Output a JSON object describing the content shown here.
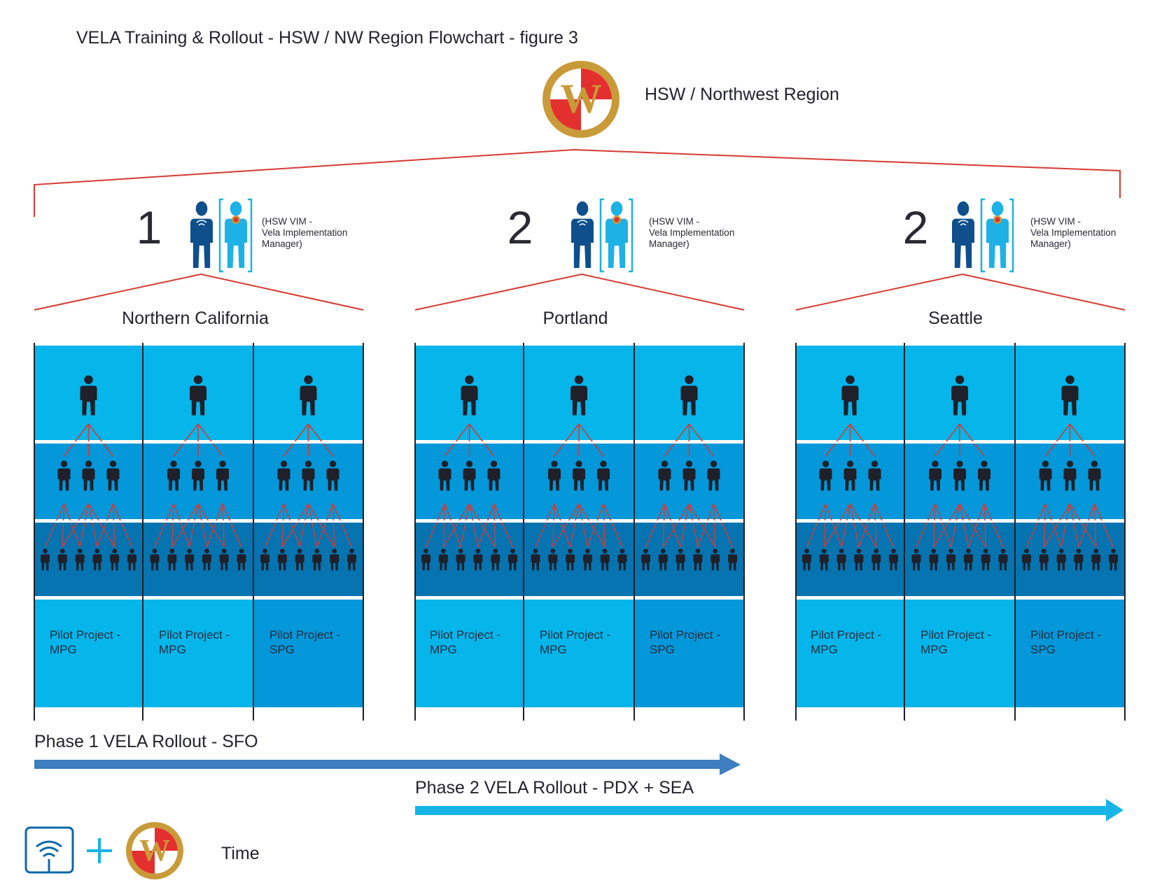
{
  "title": "VELA Training & Rollout - HSW / NW Region Flowchart - figure 3",
  "headquarters": {
    "label": "HSW / Northwest Region",
    "logo_letter": "W"
  },
  "regions": [
    {
      "name": "Northern California",
      "vim_count": "1",
      "vim_note": [
        "(HSW VIM -",
        "Vela Implementation",
        "Manager)"
      ],
      "projects": [
        {
          "line1": "Pilot Project -",
          "line2": "MPG"
        },
        {
          "line1": "Pilot Project -",
          "line2": "MPG"
        },
        {
          "line1": "Pilot Project -",
          "line2": "SPG"
        }
      ]
    },
    {
      "name": "Portland",
      "vim_count": "2",
      "vim_note": [
        "(HSW VIM -",
        "Vela Implementation",
        "Manager)"
      ],
      "projects": [
        {
          "line1": "Pilot Project -",
          "line2": "MPG"
        },
        {
          "line1": "Pilot Project -",
          "line2": "MPG"
        },
        {
          "line1": "Pilot Project -",
          "line2": "SPG"
        }
      ]
    },
    {
      "name": "Seattle",
      "vim_count": "2",
      "vim_note": [
        "(HSW VIM -",
        "Vela Implementation",
        "Manager)"
      ],
      "projects": [
        {
          "line1": "Pilot Project -",
          "line2": "MPG"
        },
        {
          "line1": "Pilot Project -",
          "line2": "MPG"
        },
        {
          "line1": "Pilot Project -",
          "line2": "SPG"
        }
      ]
    }
  ],
  "phases": [
    {
      "label": "Phase 1 VELA Rollout - SFO",
      "color": "#3d7fbf"
    },
    {
      "label": "Phase 2 VELA Rollout - PDX + SEA",
      "color": "#17b4e6"
    }
  ],
  "legend": {
    "plus": "+",
    "time_label": "Time"
  },
  "colors": {
    "tier1": "#06b5ea",
    "tier2": "#0497d9",
    "tier3": "#0574b0",
    "pilot_mpg": "#06b5ea",
    "pilot_spg": "#0497d9",
    "connector": "#d63a33",
    "logo_gold": "#c99a38",
    "logo_red": "#e42f2f",
    "vim_dark": "#0f4f8c",
    "vim_light": "#1eb1e6"
  },
  "icons": {
    "hq_logo": "w-emblem-icon",
    "vim_manager": "person-wireless-icon",
    "vim_assistant": "person-w-badge-icon",
    "team_member": "person-silhouette-icon",
    "legend_device": "wireless-device-icon"
  }
}
